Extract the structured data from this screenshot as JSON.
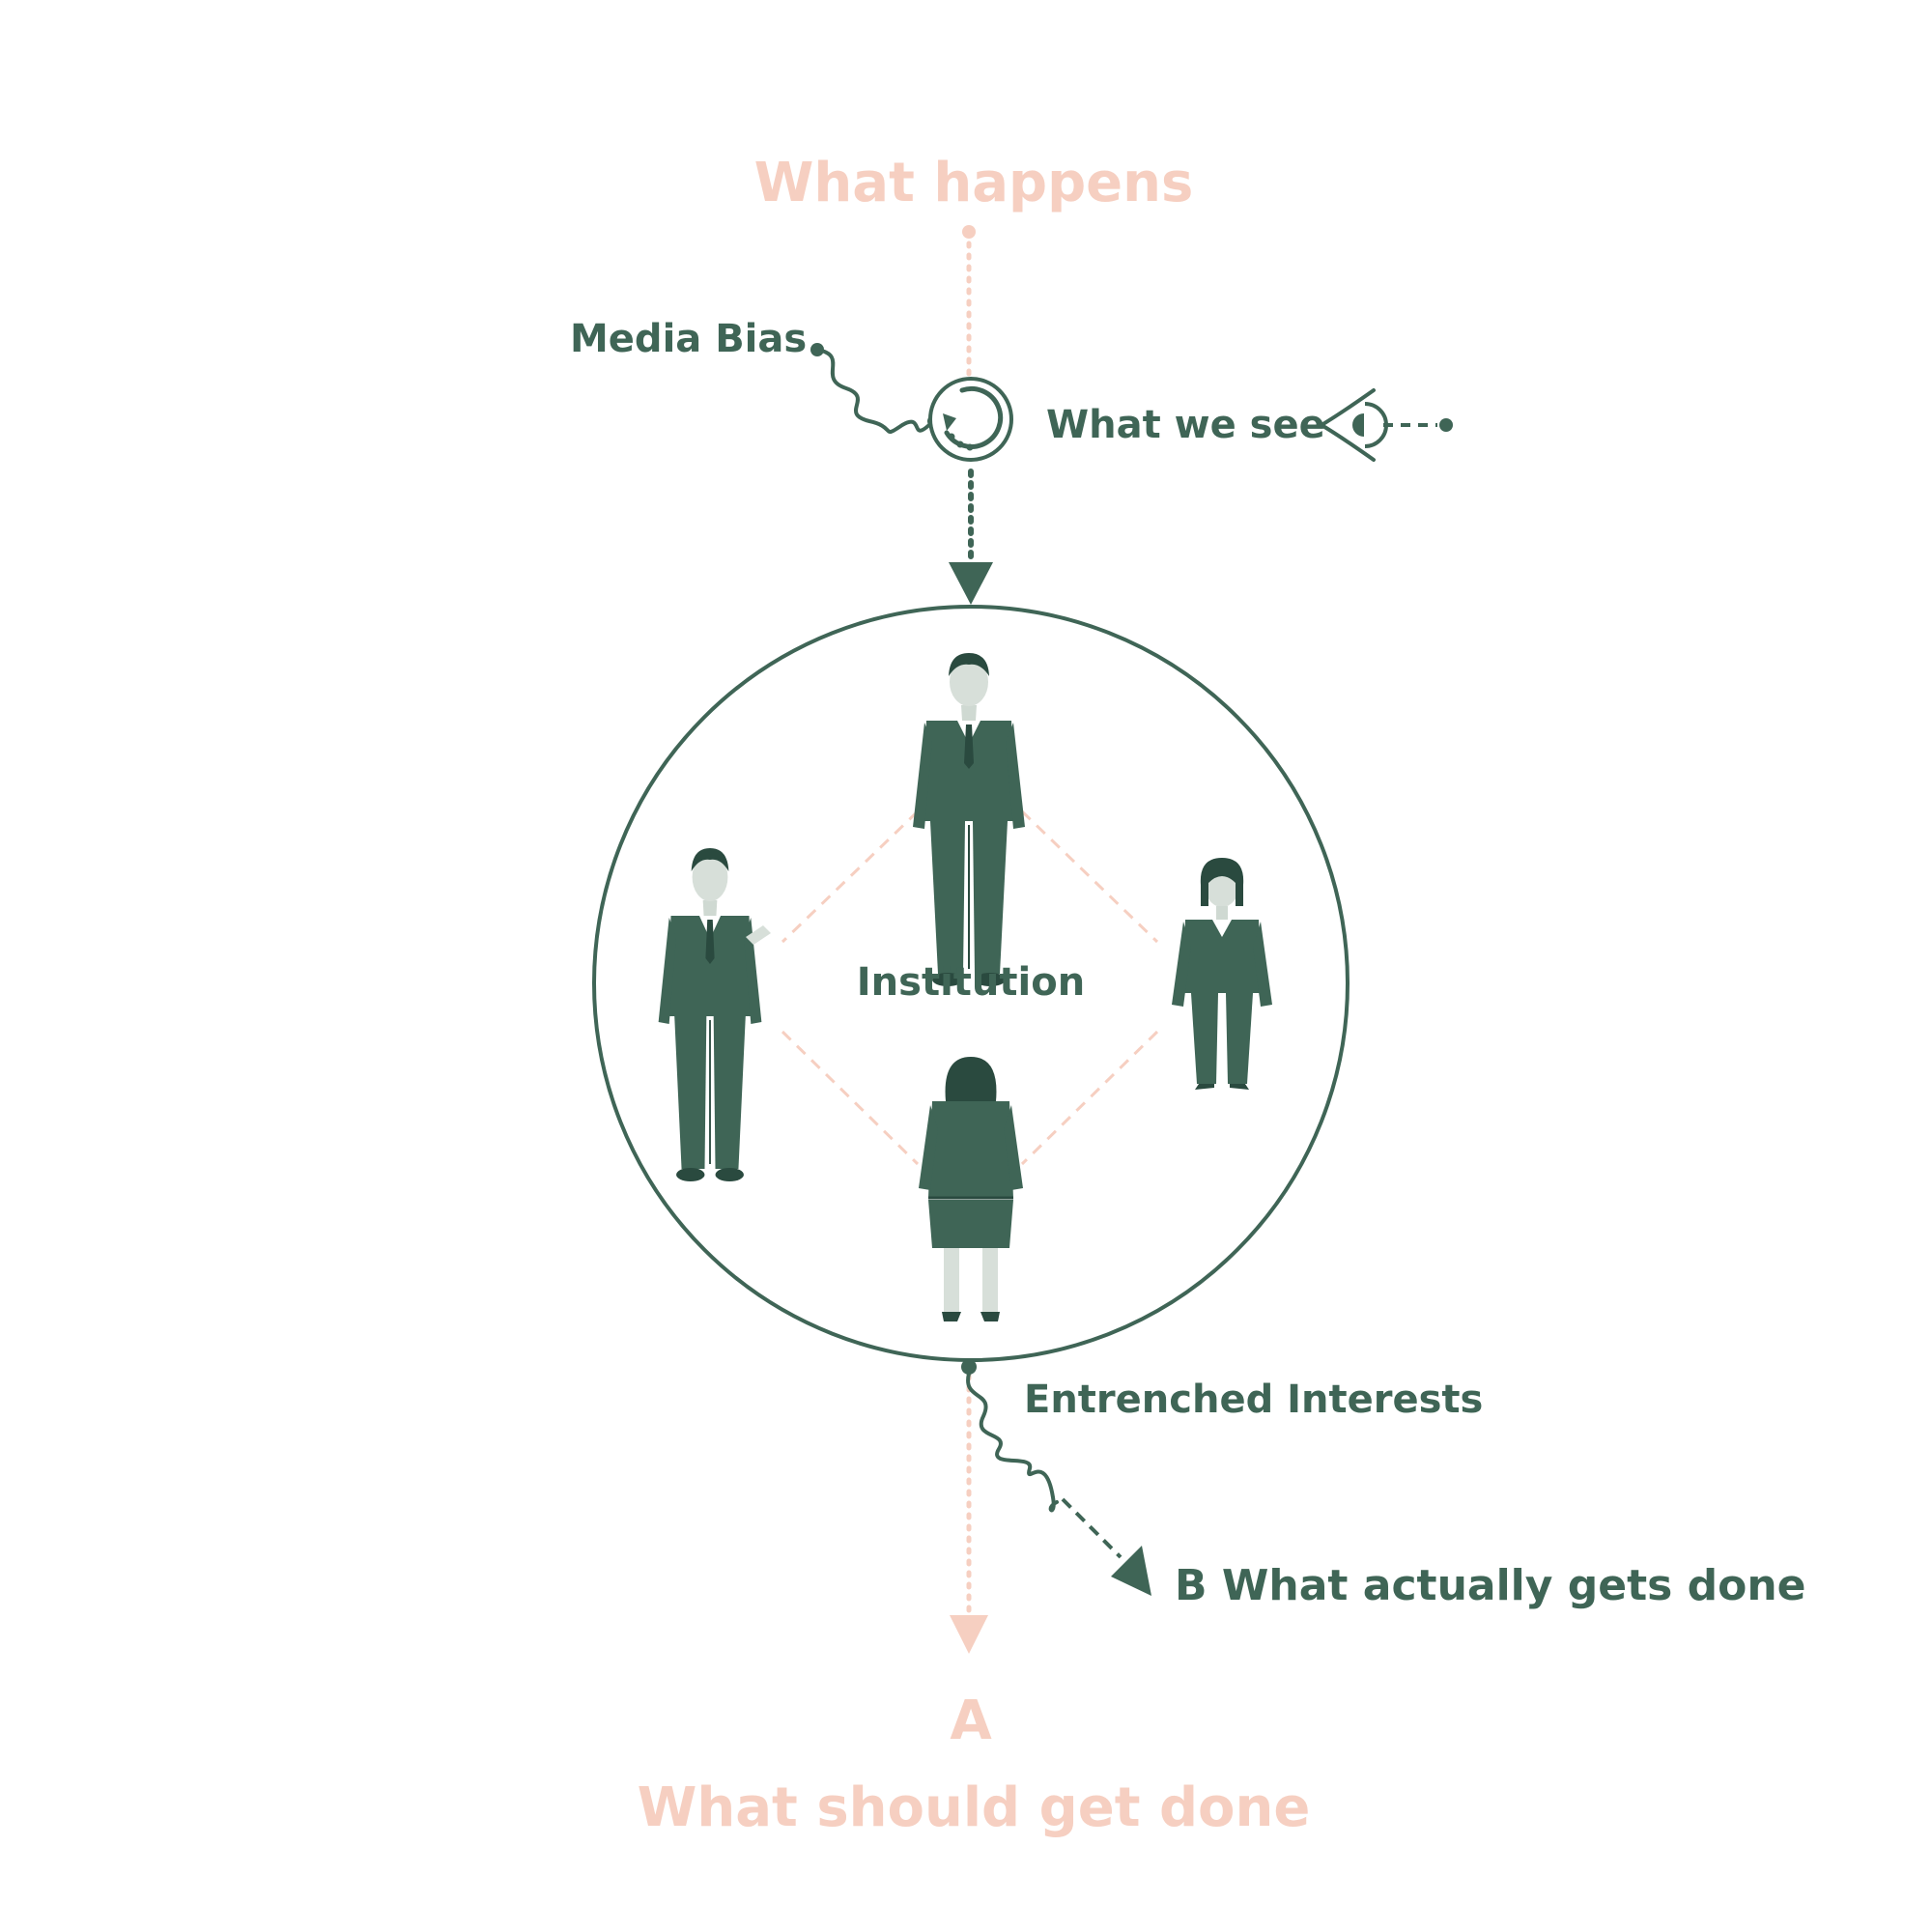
{
  "labels": {
    "top": "What happens",
    "media_bias": "Media Bias",
    "what_we_see": "What we see",
    "institution": "Institution",
    "entrenched": "Entrenched Interests",
    "b_label": "B What actually gets done",
    "a_letter": "A",
    "a_label": "What should get done"
  },
  "colors": {
    "green": "#3f6556",
    "peach": "#f6cfc1",
    "skin": "#d7dfd9"
  },
  "icons": [
    "spiral-icon",
    "eye-icon"
  ]
}
